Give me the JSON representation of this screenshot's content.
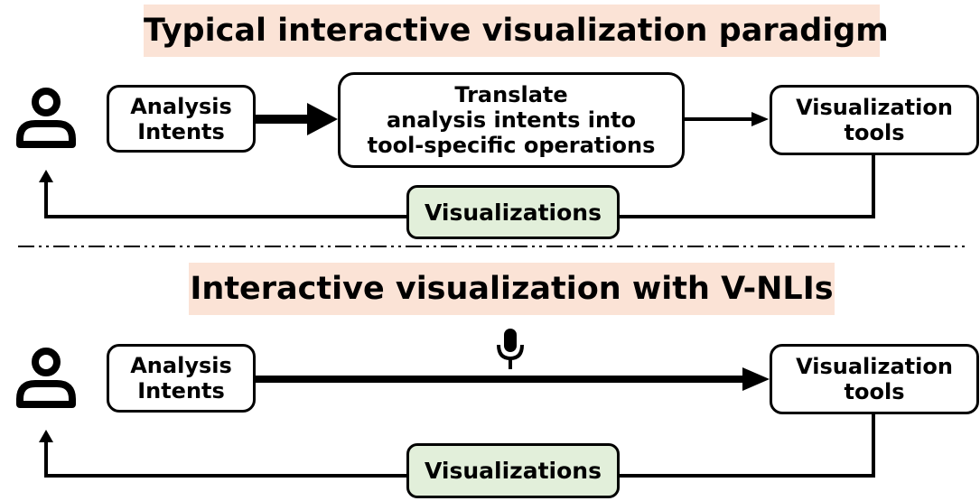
{
  "top": {
    "title": "Typical interactive visualization paradigm",
    "analysis_line1": "Analysis",
    "analysis_line2": "Intents",
    "translate_line1": "Translate",
    "translate_line2": "analysis intents into",
    "translate_line3": "tool-specific operations",
    "tools_line1": "Visualization",
    "tools_line2": "tools",
    "visualizations": "Visualizations"
  },
  "bottom": {
    "title": "Interactive visualization with V-NLIs",
    "analysis_line1": "Analysis",
    "analysis_line2": "Intents",
    "tools_line1": "Visualization",
    "tools_line2": "tools",
    "visualizations": "Visualizations"
  },
  "icons": {
    "user": "user-icon",
    "microphone": "microphone-icon"
  },
  "colors": {
    "title_background": "#fbe3d6",
    "visualizations_background": "#e2efda",
    "stroke": "#000000"
  }
}
